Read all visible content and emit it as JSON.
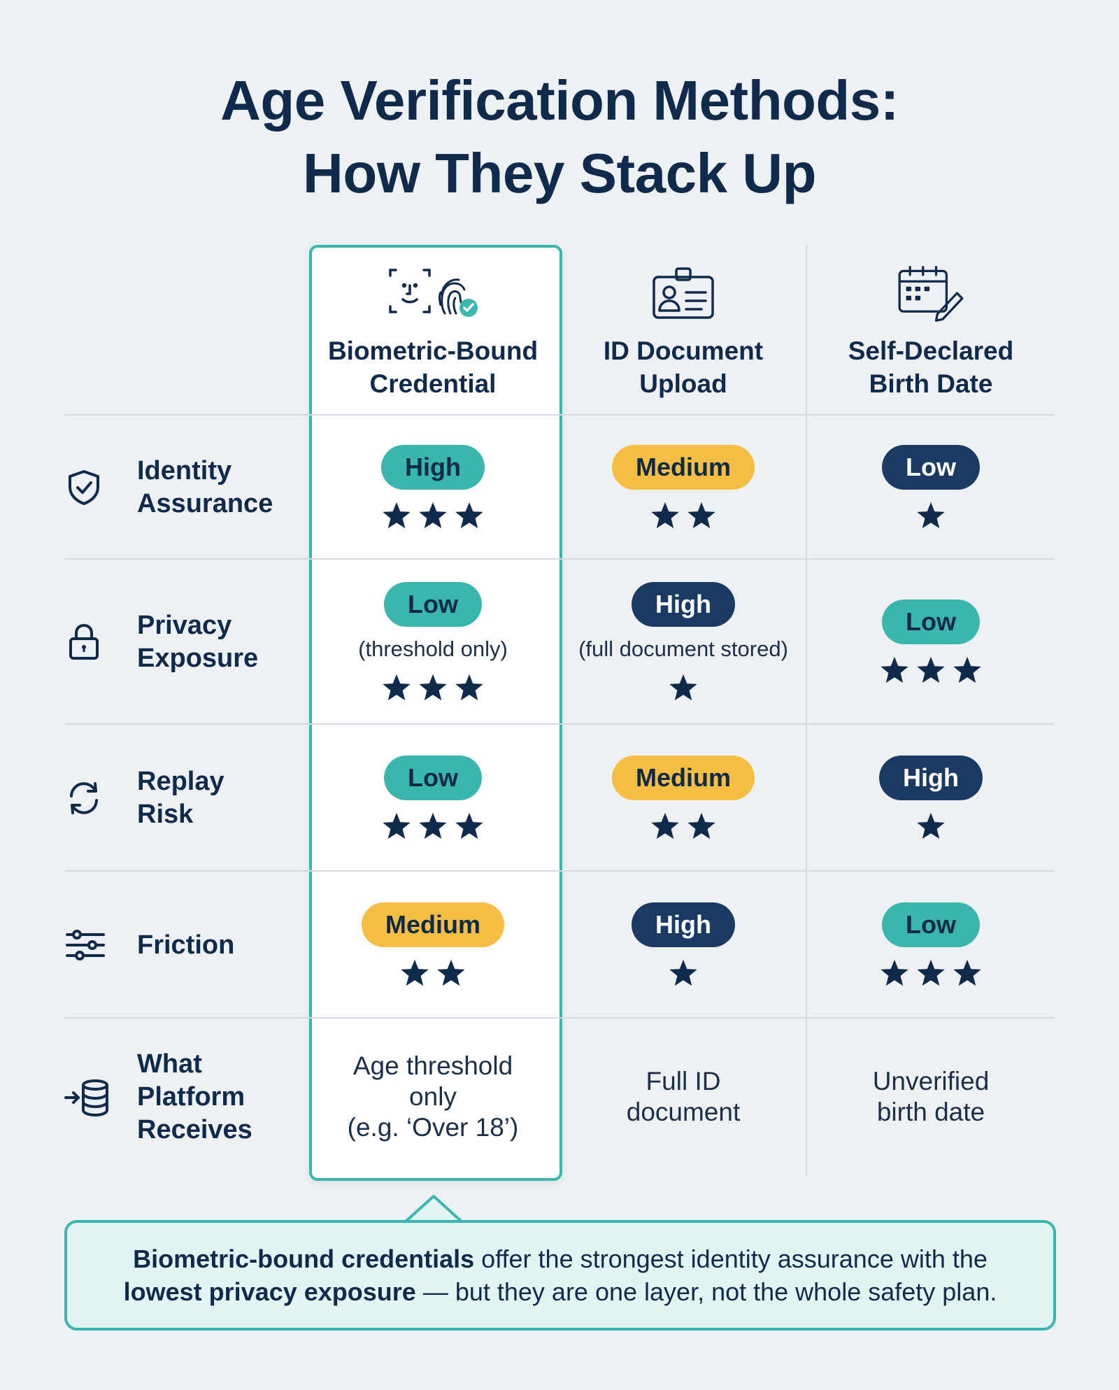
{
  "title_lines": [
    "Age Verification Methods:",
    "How They Stack Up"
  ],
  "colors": {
    "teal": "#3bb6ad",
    "yellow": "#f4bd44",
    "navy": "#1a3a63",
    "ink": "#102a4c"
  },
  "columns": [
    {
      "label": "Biometric-Bound\nCredential",
      "icon": "face-scan-fingerprint-check-icon",
      "featured": true
    },
    {
      "label": "ID Document\nUpload",
      "icon": "id-card-icon",
      "featured": false
    },
    {
      "label": "Self-Declared\nBirth Date",
      "icon": "calendar-pencil-icon",
      "featured": false
    }
  ],
  "rows": [
    {
      "label": "Identity\nAssurance",
      "icon": "shield-check-icon",
      "cells": [
        {
          "level": "High",
          "color": "teal",
          "stars": 3
        },
        {
          "level": "Medium",
          "color": "yellow",
          "stars": 2
        },
        {
          "level": "Low",
          "color": "navy",
          "stars": 1
        }
      ]
    },
    {
      "label": "Privacy\nExposure",
      "icon": "padlock-icon",
      "cells": [
        {
          "level": "Low",
          "color": "teal",
          "note": "(threshold only)",
          "stars": 3
        },
        {
          "level": "High",
          "color": "navy",
          "note": "(full document stored)",
          "stars": 1
        },
        {
          "level": "Low",
          "color": "teal",
          "stars": 3
        }
      ]
    },
    {
      "label": "Replay\nRisk",
      "icon": "refresh-arrows-icon",
      "cells": [
        {
          "level": "Low",
          "color": "teal",
          "stars": 3
        },
        {
          "level": "Medium",
          "color": "yellow",
          "stars": 2
        },
        {
          "level": "High",
          "color": "navy",
          "stars": 1
        }
      ]
    },
    {
      "label": "Friction",
      "icon": "sliders-icon",
      "cells": [
        {
          "level": "Medium",
          "color": "yellow",
          "stars": 2
        },
        {
          "level": "High",
          "color": "navy",
          "stars": 1
        },
        {
          "level": "Low",
          "color": "teal",
          "stars": 3
        }
      ]
    },
    {
      "label": "What\nPlatform\nReceives",
      "icon": "arrow-into-database-icon",
      "cells": [
        {
          "text": "Age threshold\nonly\n(e.g. ‘Over 18’)"
        },
        {
          "text": "Full ID\ndocument"
        },
        {
          "text": "Unverified\nbirth date"
        }
      ]
    }
  ],
  "callout": {
    "bold1": "Biometric-bound credentials",
    "text1": " offer the strongest identity assurance with the",
    "bold2": "lowest privacy exposure",
    "text2": " — but they are one layer, not the whole safety plan."
  }
}
